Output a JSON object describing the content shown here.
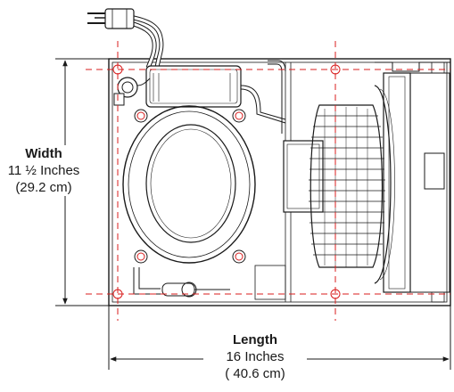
{
  "dimensions": {
    "width": {
      "label": "Width",
      "imperial": "11 ½ Inches",
      "metric": "(29.2 cm)"
    },
    "length": {
      "label": "Length",
      "imperial": "16 Inches",
      "metric": "( 40.6 cm)"
    }
  },
  "colors": {
    "line": "#1a1a1a",
    "guide": "#d81e1e",
    "background": "#ffffff"
  }
}
